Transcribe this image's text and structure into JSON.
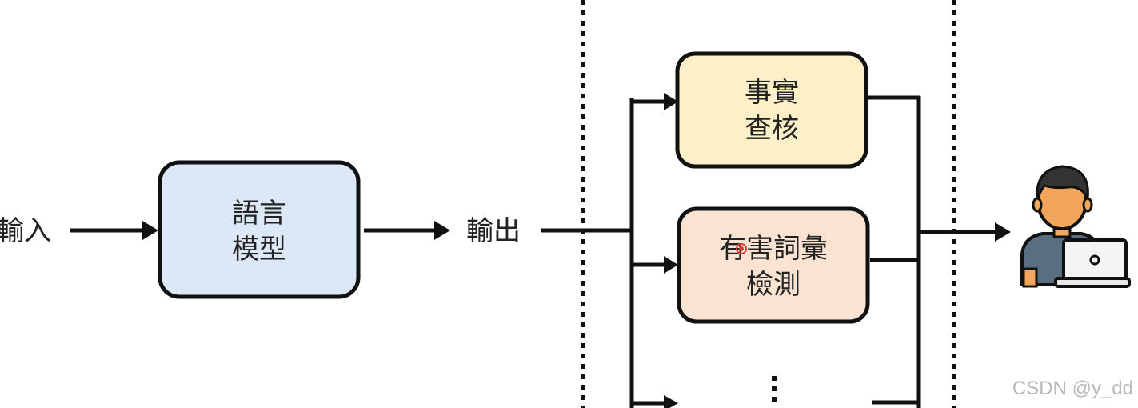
{
  "labels": {
    "input": "輸入",
    "output": "輸出"
  },
  "boxes": {
    "language_model": {
      "line1": "語言",
      "line2": "模型",
      "fill": "#dce8f5"
    },
    "fact_check": {
      "line1": "事實",
      "line2": "查核",
      "fill": "#fdf0c8"
    },
    "harmful_words": {
      "line1": "有害詞彙",
      "line2": "檢測",
      "fill": "#fbe3d2"
    }
  },
  "ellipsis_icon": "vertical-ellipsis-icon",
  "user_icon": "user-laptop-icon",
  "watermark": "CSDN @y_dd",
  "colors": {
    "stroke": "#111111",
    "cursor": "#e53935"
  }
}
